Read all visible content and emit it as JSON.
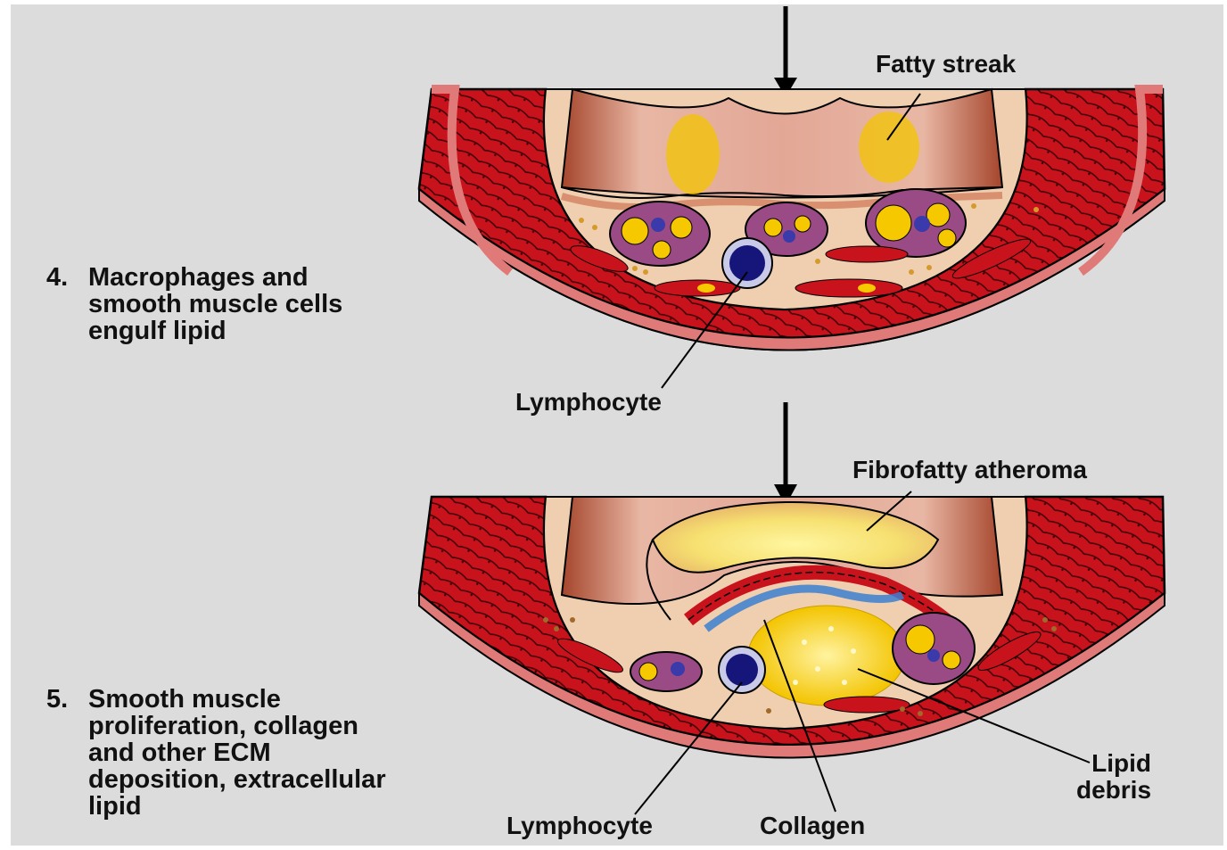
{
  "steps": [
    {
      "number": "4.",
      "text": "Macrophages and\nsmooth muscle cells\nengulf lipid"
    },
    {
      "number": "5.",
      "text": "Smooth muscle\nproliferation, collagen\nand other ECM\ndeposition, extracellular\nlipid"
    }
  ],
  "labels": {
    "fatty_streak": "Fatty streak",
    "lymphocyte_top": "Lymphocyte",
    "fibrofatty_atheroma": "Fibrofatty atheroma",
    "lipid_debris": "Lipid\ndebris",
    "lymphocyte_bottom": "Lymphocyte",
    "collagen": "Collagen"
  },
  "colors": {
    "background": "#dcdcdc",
    "vessel_outer": "#e07a78",
    "muscle": "#c8121c",
    "intima": "#f0cfb0",
    "lumen": "#d9a488",
    "lipid": "#f2c800",
    "macrophage": "#8a3b78",
    "lymphocyte": "#1a1a7a",
    "collagen": "#3b7fd1"
  }
}
